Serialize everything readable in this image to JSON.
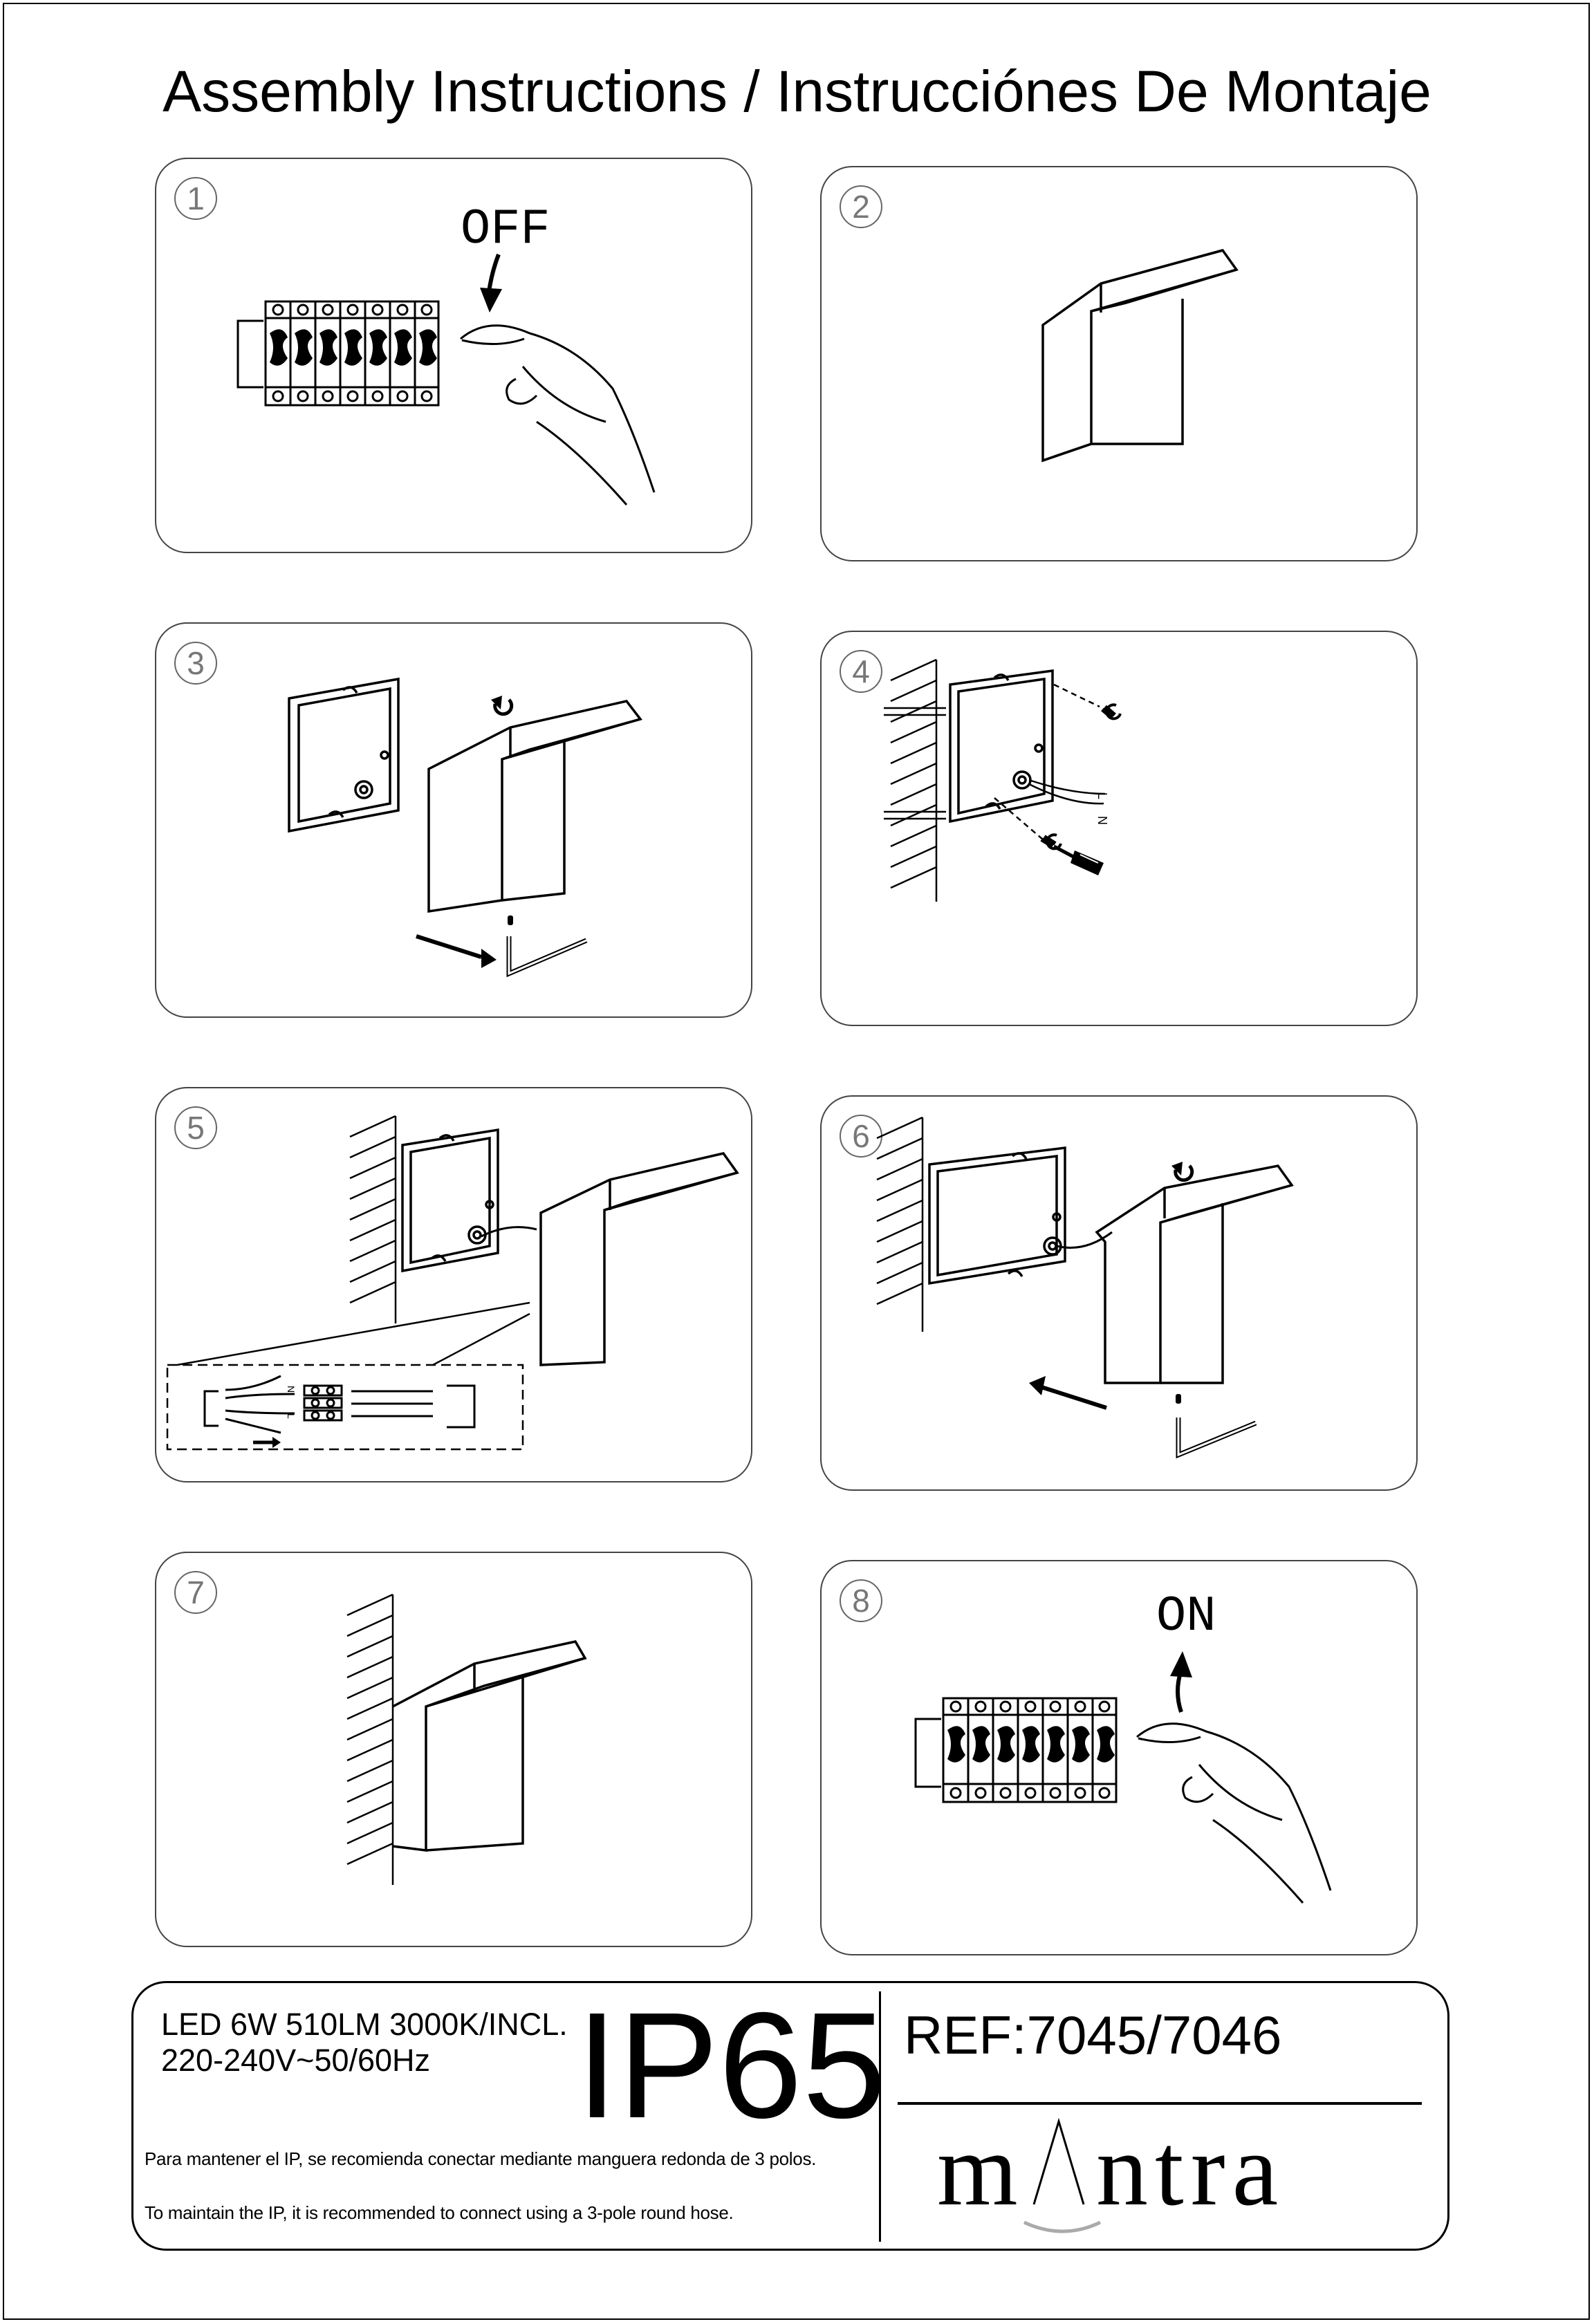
{
  "header": {
    "title": "Assembly Instructions / Instrucciónes De Montaje"
  },
  "steps": [
    {
      "number": "1",
      "label": "OFF"
    },
    {
      "number": "2"
    },
    {
      "number": "3"
    },
    {
      "number": "4",
      "wire_labels": [
        "L",
        "N"
      ]
    },
    {
      "number": "5",
      "wire_labels": [
        "N",
        "L"
      ]
    },
    {
      "number": "6"
    },
    {
      "number": "7"
    },
    {
      "number": "8",
      "label": "ON"
    }
  ],
  "footer": {
    "spec_line1": "LED 6W 510LM 3000K/INCL.",
    "spec_line2": "220-240V~50/60Hz",
    "ip_rating": "IP65",
    "reference": "REF:7045/7046",
    "note_es": "Para mantener el IP, se recomienda conectar mediante manguera redonda de 3 polos.",
    "note_en": "To maintain the IP, it is recommended to connect using a 3-pole round hose.",
    "brand": "mantra"
  },
  "icons": [
    "hand-icon",
    "circuit-breaker-icon",
    "lamp-icon",
    "mounting-plate-icon",
    "allen-key-icon",
    "screwdriver-icon",
    "screw-icon",
    "wall-hatch-icon",
    "terminal-block-icon",
    "arrow-icon"
  ],
  "colors": {
    "line": "#000000",
    "panel_border": "#444444",
    "step_number": "#777777"
  }
}
